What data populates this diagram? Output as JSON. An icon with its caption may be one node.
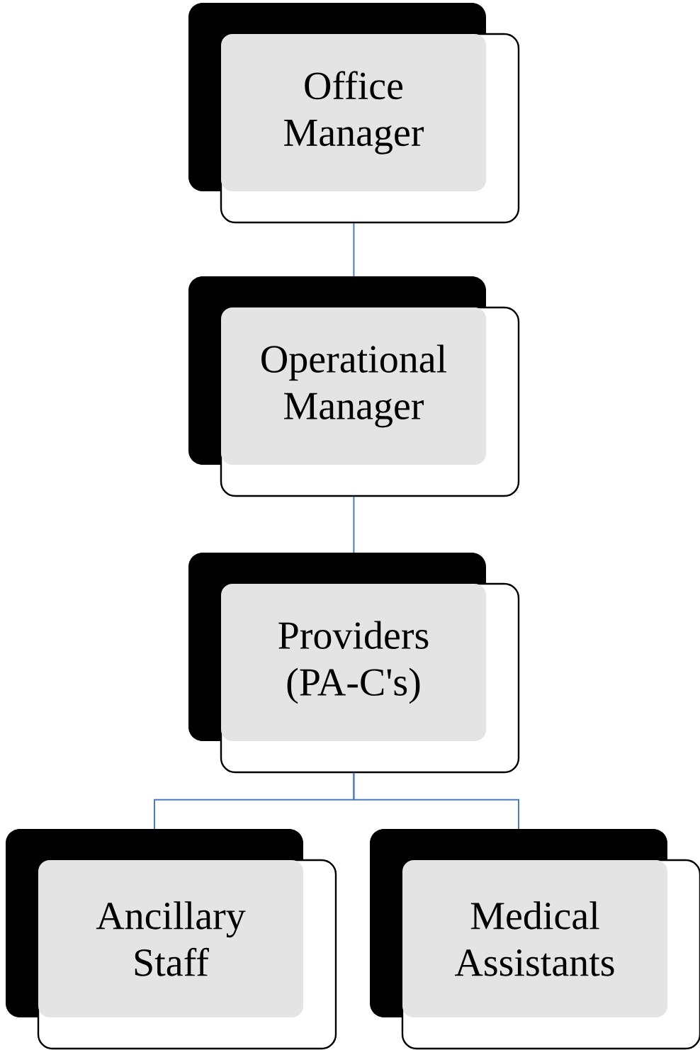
{
  "diagram": {
    "nodes": [
      {
        "text": [
          "Office Manager"
        ]
      },
      {
        "text": [
          "Operational Manager"
        ]
      },
      {
        "text": [
          "Providers (PA-C's)"
        ]
      },
      {
        "text": [
          "Ancillary Staff"
        ]
      },
      {
        "text": [
          "Medical Assistants"
        ]
      }
    ],
    "edges": [
      {
        "from": 0,
        "to": 1,
        "arrow": "none"
      },
      {
        "from": 1,
        "to": 2,
        "arrow": "none"
      },
      {
        "from": 2,
        "to": 3,
        "arrow": "none"
      },
      {
        "from": 2,
        "to": 4,
        "arrow": "none"
      }
    ]
  }
}
